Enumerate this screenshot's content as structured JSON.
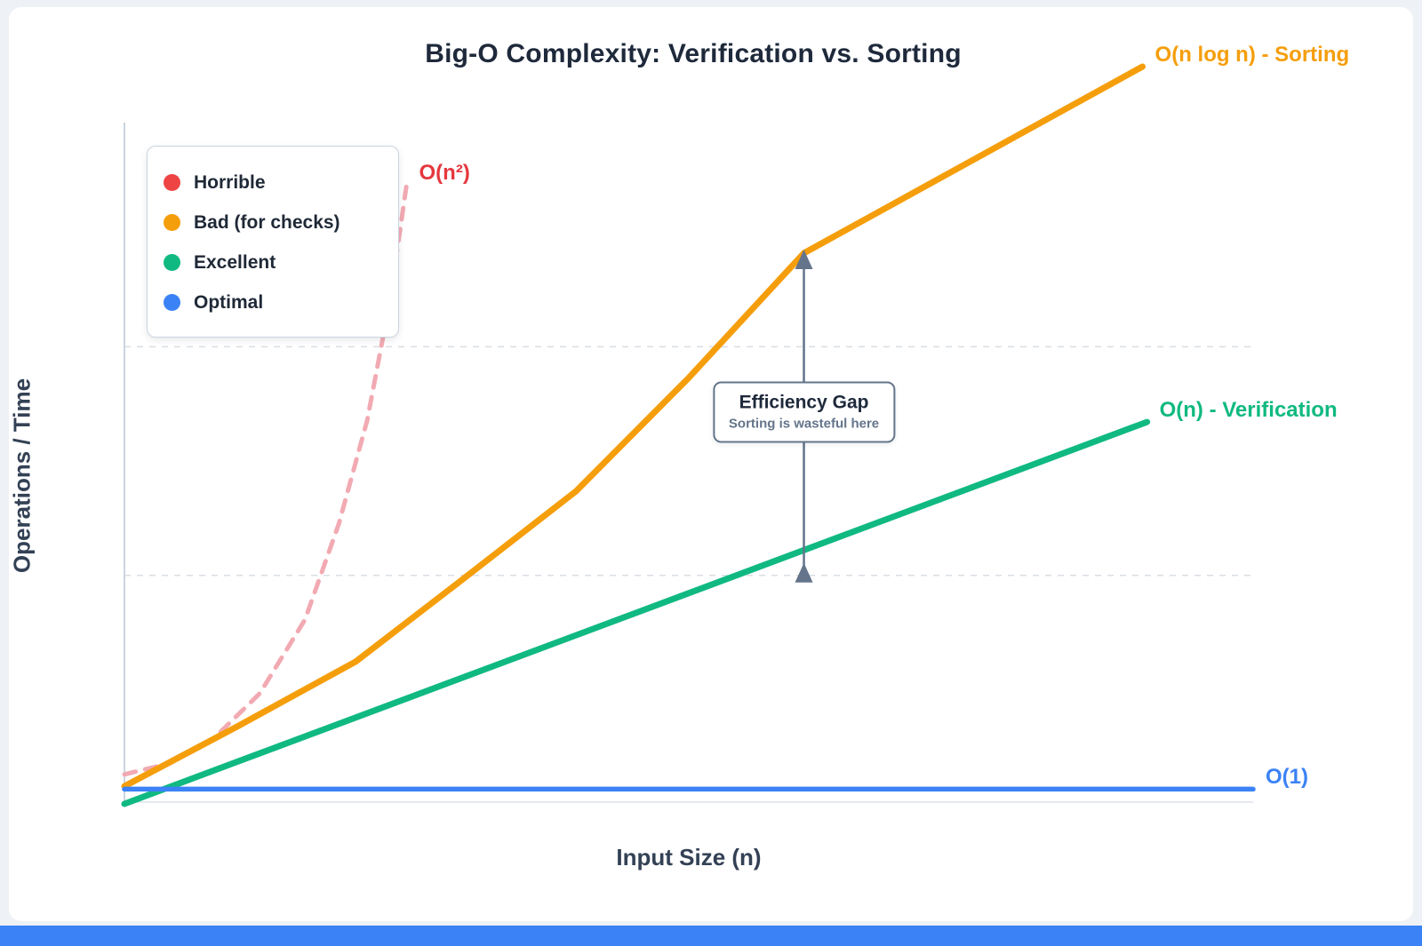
{
  "page": {
    "bottom_bar_color": "#3b82f6",
    "card_background": "#ffffff",
    "outer_background": "#eef1f5"
  },
  "chart_data": {
    "type": "line",
    "title": "Big-O Complexity: Verification vs. Sorting",
    "xlabel": "Input Size (n)",
    "ylabel": "Operations / Time",
    "x_range": [
      0,
      100
    ],
    "y_range": [
      0,
      100
    ],
    "grid": "horizontal-dashed",
    "gridlines_y": [
      31,
      62
    ],
    "axis_color": "#cbd5e1",
    "grid_color": "#d9dee5",
    "series": [
      {
        "name": "O(n^2) Horrible",
        "label": "O(n²)",
        "color": "#f2aab2",
        "label_color": "#e5383f",
        "style": "dashed",
        "points": [
          [
            0,
            4
          ],
          [
            4,
            5.5
          ],
          [
            8,
            9
          ],
          [
            12,
            15
          ],
          [
            16,
            25
          ],
          [
            19,
            38
          ],
          [
            21.5,
            52
          ],
          [
            23.5,
            68
          ],
          [
            25,
            84
          ]
        ]
      },
      {
        "name": "O(n log n) Sorting",
        "label": "O(n log n) - Sorting",
        "color": "#f59e0b",
        "style": "solid",
        "points": [
          [
            0,
            2.4
          ],
          [
            10,
            10.5
          ],
          [
            20.5,
            19.3
          ],
          [
            30,
            30.5
          ],
          [
            40,
            42.4
          ],
          [
            50,
            57.8
          ],
          [
            60.2,
            74.7
          ],
          [
            90.2,
            100
          ]
        ]
      },
      {
        "name": "O(n) Verification",
        "label": "O(n) - Verification",
        "color": "#10b981",
        "style": "solid",
        "points": [
          [
            0,
            0
          ],
          [
            90.6,
            51.8
          ]
        ]
      },
      {
        "name": "O(1) Optimal",
        "label": "O(1)",
        "color": "#3b82f6",
        "style": "solid",
        "points": [
          [
            0,
            2
          ],
          [
            100,
            2
          ]
        ]
      }
    ],
    "legend": {
      "position": "top-left",
      "items": [
        {
          "label": "Horrible",
          "color": "#ef4444"
        },
        {
          "label": "Bad (for checks)",
          "color": "#f59e0b"
        },
        {
          "label": "Excellent",
          "color": "#10b981"
        },
        {
          "label": "Optimal",
          "color": "#3b82f6"
        }
      ]
    },
    "annotation": {
      "title": "Efficiency Gap",
      "subtitle": "Sorting is wasteful here",
      "x": 60.2,
      "y_top": 74.7,
      "y_bottom": 31,
      "arrow_color": "#64748b"
    }
  }
}
